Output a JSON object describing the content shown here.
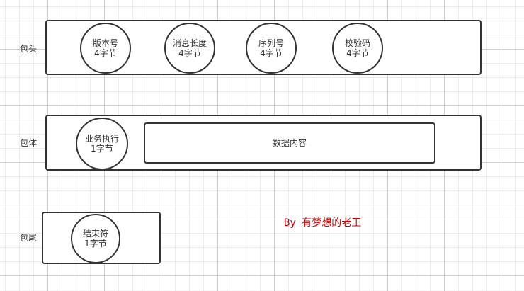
{
  "header": {
    "label": "包头",
    "fields": [
      {
        "line1": "版本号",
        "line2": "4字节"
      },
      {
        "line1": "消息长度",
        "line2": "4字节"
      },
      {
        "line1": "序列号",
        "line2": "4字节"
      },
      {
        "line1": "校验码",
        "line2": "4字节"
      }
    ]
  },
  "body": {
    "label": "包体",
    "business": {
      "line1": "业务执行",
      "line2": "1字节"
    },
    "content": "数据内容"
  },
  "tail": {
    "label": "包尾",
    "end": {
      "line1": "结束符",
      "line2": "1字节"
    }
  },
  "credit": {
    "text": "By 有梦想的老王",
    "color": "#cc0000"
  }
}
